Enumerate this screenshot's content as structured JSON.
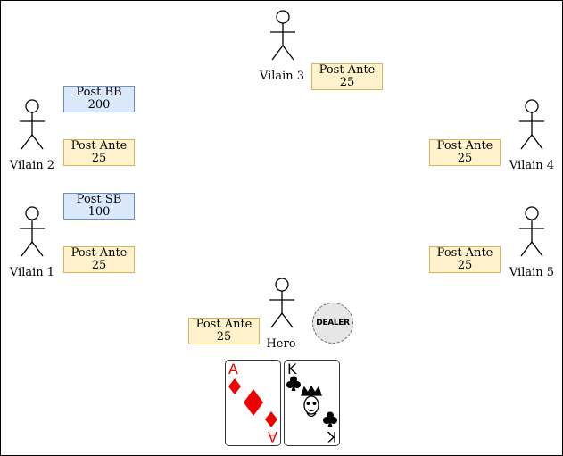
{
  "players": {
    "villain3": {
      "label": "Vilain 3",
      "action": "Post Ante",
      "amount": "25"
    },
    "villain2": {
      "label": "Vilain 2",
      "blind_action": "Post BB",
      "blind_amount": "200",
      "action": "Post Ante",
      "amount": "25"
    },
    "villain1": {
      "label": "Vilain 1",
      "blind_action": "Post SB",
      "blind_amount": "100",
      "action": "Post Ante",
      "amount": "25"
    },
    "villain4": {
      "label": "Vilain 4",
      "action": "Post Ante",
      "amount": "25"
    },
    "villain5": {
      "label": "Vilain 5",
      "action": "Post Ante",
      "amount": "25"
    },
    "hero": {
      "label": "Hero",
      "action": "Post Ante",
      "amount": "25"
    }
  },
  "dealer_button": {
    "label": "DEALER"
  },
  "hero_cards": [
    {
      "rank": "A",
      "suit": "diamonds",
      "color": "#ee0000"
    },
    {
      "rank": "K",
      "suit": "clubs",
      "color": "#000000"
    }
  ],
  "colors": {
    "ante_fill": "#fff2cc",
    "ante_border": "#d6b656",
    "blind_fill": "#dae8fc",
    "blind_border": "#6c8ebf"
  }
}
